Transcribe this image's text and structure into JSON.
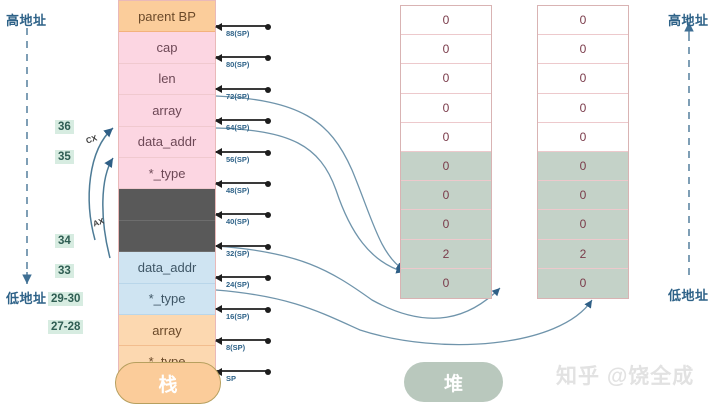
{
  "labels": {
    "high_address_left": "高地址",
    "low_address_left": "低地址",
    "high_address_right": "高地址",
    "low_address_right": "低地址"
  },
  "legend": {
    "stack_pill": "栈",
    "heap_pill": "堆"
  },
  "watermark": "知乎 @饶全成",
  "registers": {
    "cx": "CX",
    "ax": "AX"
  },
  "stack": {
    "rows": [
      {
        "label": "parent BP",
        "style": "orange-top"
      },
      {
        "label": "cap",
        "style": "pink"
      },
      {
        "label": "len",
        "style": "pink"
      },
      {
        "label": "array",
        "style": "pink"
      },
      {
        "label": "data_addr",
        "style": "pink"
      },
      {
        "label": "*_type",
        "style": "pink"
      },
      {
        "label": "",
        "style": "dark"
      },
      {
        "label": "",
        "style": "dark"
      },
      {
        "label": "data_addr",
        "style": "blue"
      },
      {
        "label": "*_type",
        "style": "blue"
      },
      {
        "label": "array",
        "style": "orange"
      },
      {
        "label": "*_type",
        "style": "orange"
      }
    ],
    "offsets": [
      "88(SP)",
      "80(SP)",
      "72(SP)",
      "64(SP)",
      "56(SP)",
      "48(SP)",
      "40(SP)",
      "32(SP)",
      "24(SP)",
      "16(SP)",
      "8(SP)",
      "SP"
    ],
    "line_badges": [
      "36",
      "35",
      "34",
      "33",
      "29-30",
      "27-28"
    ]
  },
  "heap": {
    "columns": [
      {
        "name": "heap-column-left",
        "cells": [
          {
            "value": "0",
            "style": "white"
          },
          {
            "value": "0",
            "style": "white"
          },
          {
            "value": "0",
            "style": "white"
          },
          {
            "value": "0",
            "style": "white"
          },
          {
            "value": "0",
            "style": "white"
          },
          {
            "value": "0",
            "style": "green"
          },
          {
            "value": "0",
            "style": "green"
          },
          {
            "value": "0",
            "style": "green"
          },
          {
            "value": "2",
            "style": "green"
          },
          {
            "value": "0",
            "style": "green"
          }
        ]
      },
      {
        "name": "heap-column-right",
        "cells": [
          {
            "value": "0",
            "style": "white"
          },
          {
            "value": "0",
            "style": "white"
          },
          {
            "value": "0",
            "style": "white"
          },
          {
            "value": "0",
            "style": "white"
          },
          {
            "value": "0",
            "style": "white"
          },
          {
            "value": "0",
            "style": "green"
          },
          {
            "value": "0",
            "style": "green"
          },
          {
            "value": "0",
            "style": "green"
          },
          {
            "value": "2",
            "style": "green"
          },
          {
            "value": "0",
            "style": "green"
          }
        ]
      }
    ]
  },
  "colors": {
    "stack_pink": "#fcd6e2",
    "stack_blue": "#cfe4f2",
    "stack_orange": "#fcd8b0",
    "stack_dark": "#595959",
    "heap_green": "#c4d2c8",
    "accent_blue": "#2e6288",
    "badge_green": "#d7ece1",
    "curve": "#6f94ab"
  }
}
